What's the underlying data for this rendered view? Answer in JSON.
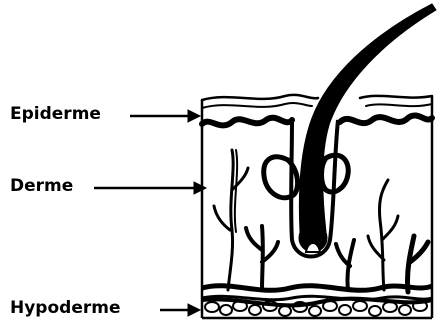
{
  "labels": {
    "epiderme": "Epiderme",
    "derme": "Derme",
    "hypoderme": "Hypoderme"
  },
  "colors": {
    "ink": "#000000",
    "paper": "#ffffff"
  }
}
